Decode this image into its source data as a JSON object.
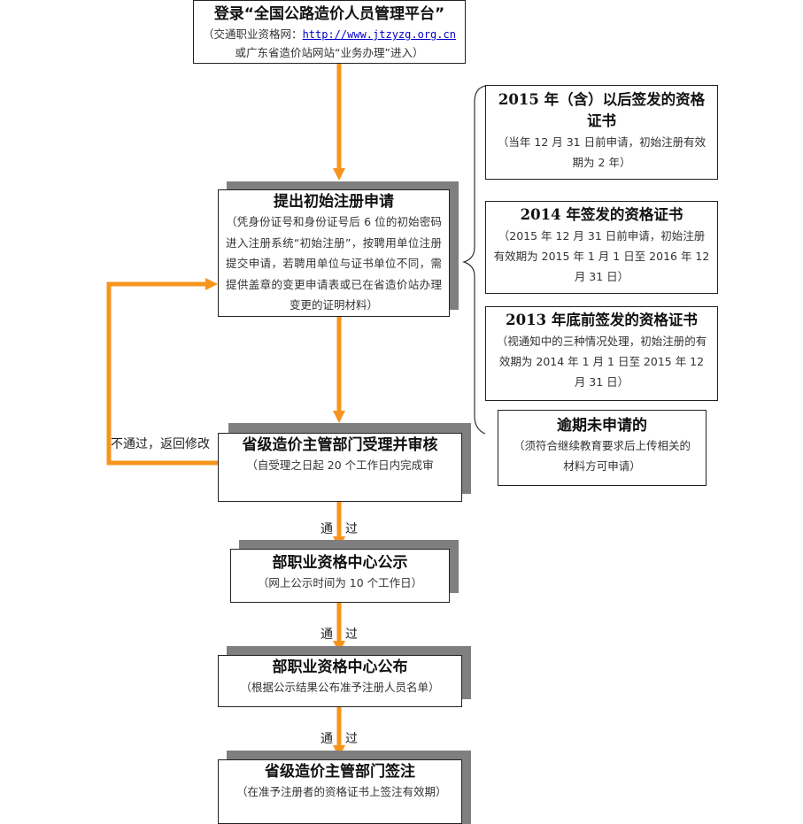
{
  "colors": {
    "arrow": "#F7941D",
    "shadow": "#7f7f7f",
    "border": "#222222"
  },
  "login": {
    "title": "登录“全国公路造价人员管理平台”",
    "line1_prefix": "（交通职业资格网：",
    "link": "http://www.jtzyzg.org.cn",
    "line2": "或广东省造价站网站“业务办理”进入）"
  },
  "apply": {
    "title": "提出初始注册申请",
    "desc": "（凭身份证号和身份证号后 6 位的初始密码进入注册系统“初始注册”，按聘用单位注册提交申请，若聘用单位与证书单位不同，需提供盖章的变更申请表或已在省造价站办理变更的证明材料）"
  },
  "review": {
    "title": "省级造价主管部门受理并审核",
    "desc": "（自受理之日起 20 个工作日内完成审"
  },
  "publicity": {
    "title": "部职业资格中心公示",
    "desc": "（网上公示时间为 10 个工作日）"
  },
  "announce": {
    "title": "部职业资格中心公布",
    "desc": "（根据公示结果公布准予注册人员名单）"
  },
  "sign": {
    "title": "省级造价主管部门签注",
    "desc": "（在准予注册者的资格证书上签注有效期）"
  },
  "labels": {
    "reject": "不通过，返回修改",
    "pass1": "通　过",
    "pass2": "通　过",
    "pass3": "通　过"
  },
  "cases": [
    {
      "title": "2015 年（含）以后签发的资格证书",
      "desc": "（当年 12 月 31 日前申请，初始注册有效期为 2 年）"
    },
    {
      "title": "2014 年签发的资格证书",
      "desc": "（2015 年 12 月 31 日前申请，初始注册有效期为 2015 年 1 月 1 日至 2016 年 12 月 31 日）"
    },
    {
      "title": "2013 年底前签发的资格证书",
      "desc": "（视通知中的三种情况处理，初始注册的有效期为 2014 年 1 月 1 日至 2015 年 12 月 31 日）"
    },
    {
      "title": "逾期未申请的",
      "desc": "（须符合继续教育要求后上传相关的材料方可申请）"
    }
  ]
}
